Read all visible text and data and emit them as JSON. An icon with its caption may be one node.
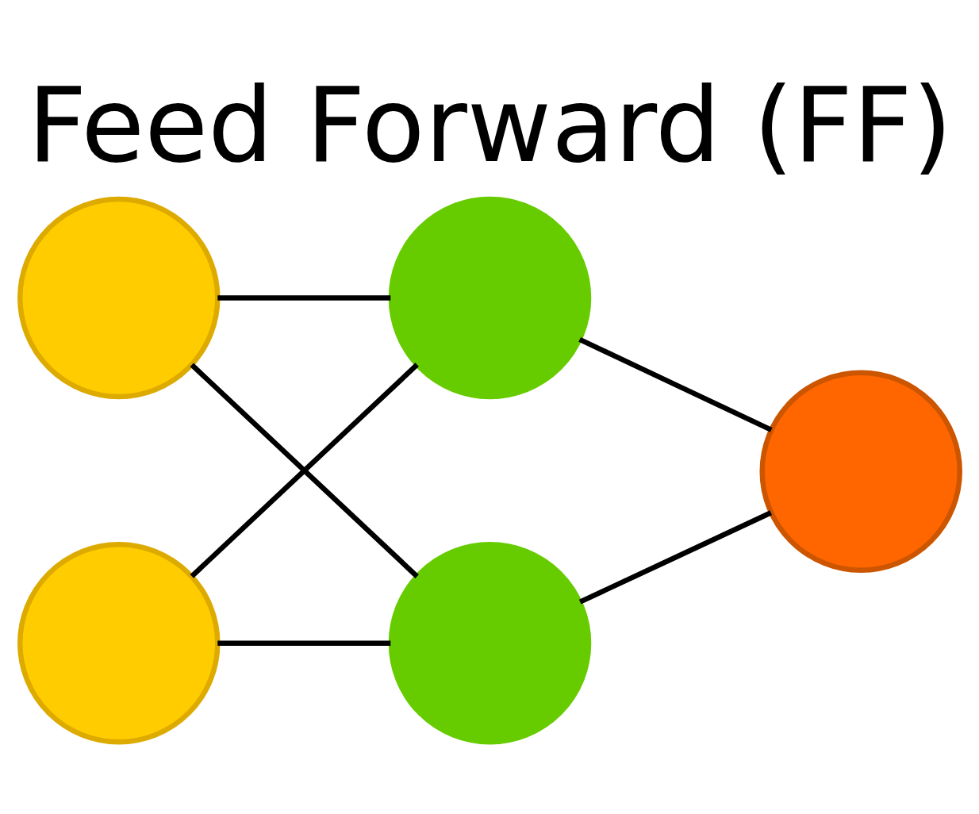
{
  "diagram": {
    "title": "Feed Forward (FF)",
    "nodes": [
      {
        "text": [],
        "shape": "circle"
      },
      {
        "text": [],
        "shape": "circle"
      },
      {
        "text": [],
        "shape": "circle"
      },
      {
        "text": [],
        "shape": "circle"
      },
      {
        "text": [],
        "shape": "circle"
      }
    ],
    "edges": [
      {
        "from": 0,
        "to": 2,
        "arrow": "none"
      },
      {
        "from": 0,
        "to": 3,
        "arrow": "none"
      },
      {
        "from": 1,
        "to": 2,
        "arrow": "none"
      },
      {
        "from": 1,
        "to": 3,
        "arrow": "none"
      },
      {
        "from": 2,
        "to": 4,
        "arrow": "none"
      },
      {
        "from": 3,
        "to": 4,
        "arrow": "none"
      }
    ]
  }
}
